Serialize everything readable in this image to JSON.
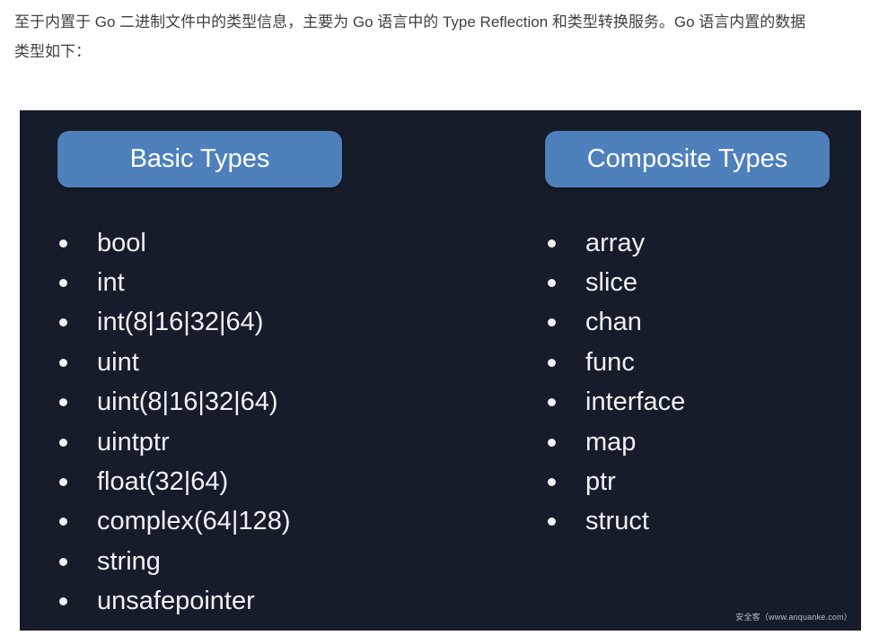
{
  "article": {
    "paragraph_lines": [
      "至于内置于 Go 二进制文件中的类型信息，主要为 Go 语言中的 Type Reflection 和类型转换服务。Go 语言内置的数据",
      "类型如下："
    ]
  },
  "slide": {
    "background_color": "#161C2A",
    "accent_color": "#4E80BC",
    "text_color": "#EFF1F4",
    "watermark": "安全客（www.anquanke.com）",
    "columns": [
      {
        "header": "Basic Types",
        "items": [
          "bool",
          "int",
          "int(8|16|32|64)",
          "uint",
          "uint(8|16|32|64)",
          "uintptr",
          "float(32|64)",
          "complex(64|128)",
          "string",
          "unsafepointer"
        ]
      },
      {
        "header": "Composite Types",
        "items": [
          "array",
          "slice",
          "chan",
          "func",
          "interface",
          "map",
          "ptr",
          "struct"
        ]
      }
    ]
  }
}
